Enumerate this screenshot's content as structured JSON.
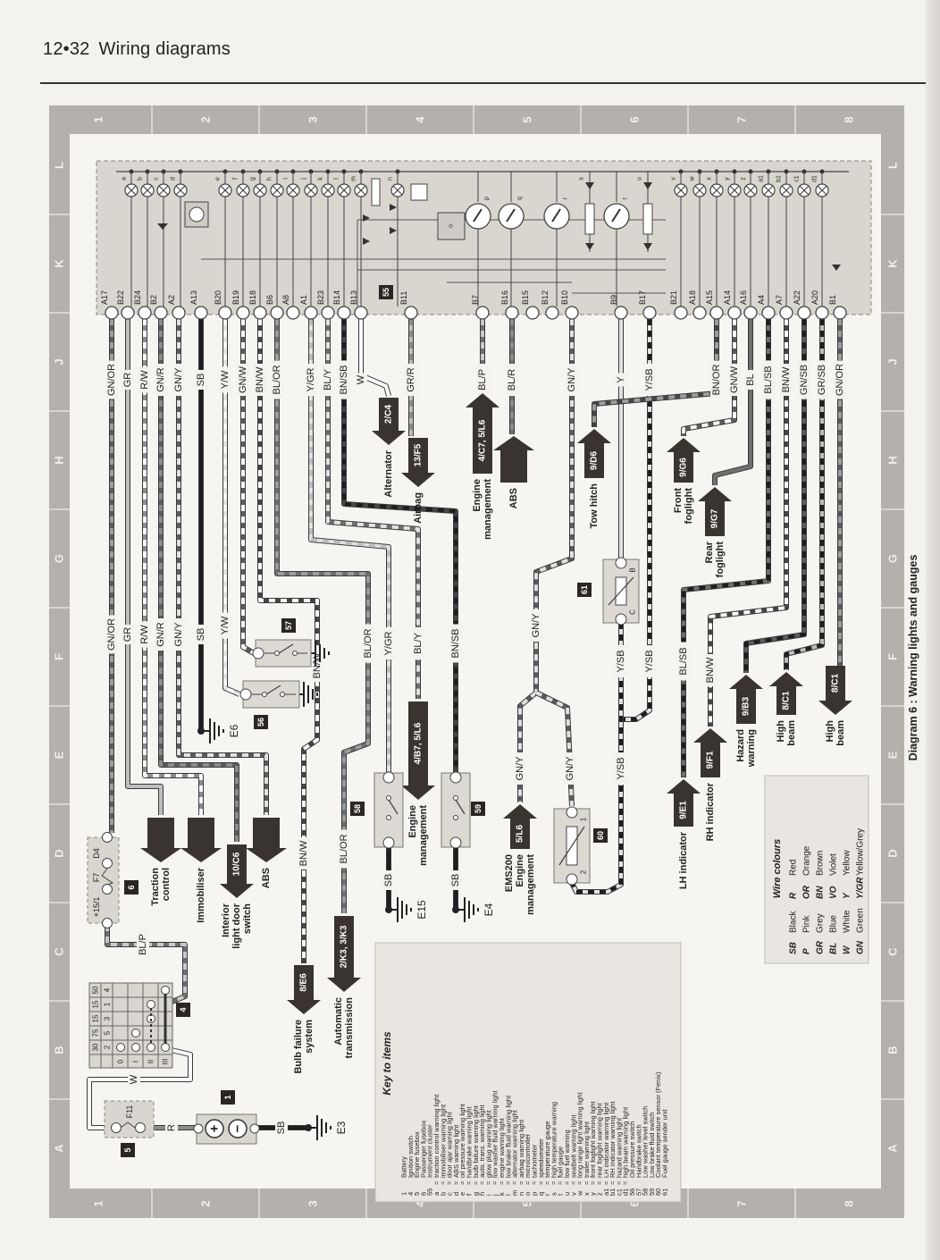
{
  "header": {
    "page": "12•32",
    "title": "Wiring diagrams"
  },
  "caption": "Diagram 6 : Warning lights and gauges",
  "grid": {
    "numbers": [
      "1",
      "2",
      "3",
      "4",
      "5",
      "6",
      "7",
      "8"
    ],
    "letters": [
      "L",
      "K",
      "J",
      "H",
      "G",
      "F",
      "E",
      "D",
      "C",
      "B",
      "A"
    ]
  },
  "cluster": {
    "number": "55",
    "pins": [
      {
        "pin": "A17",
        "wire": "GN/OR"
      },
      {
        "pin": "B22",
        "wire": "GR"
      },
      {
        "pin": "B24",
        "wire": "R/W"
      },
      {
        "pin": "B2",
        "wire": "GN/R"
      },
      {
        "pin": "A2",
        "wire": "GN/Y"
      },
      {
        "pin": "A13",
        "wire": "SB"
      },
      {
        "pin": "B20",
        "wire": "Y/W"
      },
      {
        "pin": "B19",
        "wire": "GN/W"
      },
      {
        "pin": "B18",
        "wire": "BN/W"
      },
      {
        "pin": "B6",
        "wire": "BL/OR"
      },
      {
        "pin": "A8",
        "wire": ""
      },
      {
        "pin": "A1",
        "wire": "Y/GR"
      },
      {
        "pin": "B23",
        "wire": "BL/Y"
      },
      {
        "pin": "B14",
        "wire": "BN/SB"
      },
      {
        "pin": "B13",
        "wire": "W"
      },
      {
        "pin": "B11",
        "wire": "GR/R"
      },
      {
        "pin": "B7",
        "wire": "BL/P"
      },
      {
        "pin": "B16",
        "wire": "BL/R"
      },
      {
        "pin": "B15",
        "wire": ""
      },
      {
        "pin": "B12",
        "wire": ""
      },
      {
        "pin": "B10",
        "wire": "GN/Y"
      },
      {
        "pin": "B9",
        "wire": "Y"
      },
      {
        "pin": "B17",
        "wire": "Y/SB"
      },
      {
        "pin": "B21",
        "wire": ""
      },
      {
        "pin": "A18",
        "wire": ""
      },
      {
        "pin": "A15",
        "wire": "BN/OR"
      },
      {
        "pin": "A14",
        "wire": "GN/W"
      },
      {
        "pin": "A16",
        "wire": "BL"
      },
      {
        "pin": "A4",
        "wire": "BL/SB"
      },
      {
        "pin": "A7",
        "wire": "BN/W"
      },
      {
        "pin": "A22",
        "wire": "GN/SB"
      },
      {
        "pin": "A20",
        "wire": "GR/SB"
      },
      {
        "pin": "B1",
        "wire": "GN/OR"
      }
    ],
    "lamps": [
      "a",
      "b",
      "c",
      "d",
      "e",
      "f",
      "g",
      "h",
      "i",
      "j",
      "k",
      "l",
      "m",
      "n",
      "v",
      "w",
      "x",
      "y",
      "z",
      "a1",
      "b1",
      "c1",
      "d1"
    ],
    "gauges": [
      "p",
      "q",
      "r",
      "t"
    ],
    "leds": [
      "s",
      "u"
    ],
    "controller": "o"
  },
  "extra_wire_labels": [
    "GN/OR",
    "GR",
    "R/W",
    "GN/R",
    "GN/Y",
    "SB",
    "Y/W",
    "BN/W",
    "BL/OR",
    "Y/GR",
    "BL/Y",
    "BN/SB",
    "BN/W",
    "BL/OR",
    "GN/Y",
    "GN/Y",
    "GN/Y",
    "Y/SB",
    "Y/SB",
    "Y/SB",
    "BL/SB",
    "BN/W",
    "BL/P",
    "W",
    "R",
    "SB",
    "SB",
    "SB"
  ],
  "arrows": [
    {
      "ref": "",
      "lines": [
        "Traction",
        "control"
      ]
    },
    {
      "ref": "",
      "lines": [
        "Immobiliser"
      ]
    },
    {
      "ref": "10/C6",
      "lines": [
        "Interior",
        "light door",
        "switch"
      ]
    },
    {
      "ref": "",
      "lines": [
        "ABS"
      ]
    },
    {
      "ref": "8/E6",
      "lines": [
        "Bulb failure",
        "system"
      ]
    },
    {
      "ref": "2/K3, 3/K3",
      "lines": [
        "Automatic",
        "transmission"
      ]
    },
    {
      "ref": "2/C4",
      "lines": [
        "Alternator"
      ]
    },
    {
      "ref": "13/F5",
      "lines": [
        "Airbag"
      ]
    },
    {
      "ref": "4/C7, 5/L6",
      "lines": [
        "Engine",
        "management"
      ]
    },
    {
      "ref": "",
      "lines": [
        "ABS"
      ]
    },
    {
      "ref": "9/D6",
      "lines": [
        "Tow hitch"
      ]
    },
    {
      "ref": "9/G6",
      "lines": [
        "Front",
        "foglight"
      ]
    },
    {
      "ref": "9/G7",
      "lines": [
        "Rear",
        "foglight"
      ]
    },
    {
      "ref": "4/B7, 5/L6",
      "lines": [
        "Engine",
        "management"
      ]
    },
    {
      "ref": "5/L6",
      "lines": [
        "EMS200",
        "Engine",
        "management"
      ]
    },
    {
      "ref": "9/E1",
      "lines": [
        "LH indicator"
      ]
    },
    {
      "ref": "9/F1",
      "lines": [
        "RH indicator"
      ]
    },
    {
      "ref": "9/B3",
      "lines": [
        "Hazard",
        "warning"
      ]
    },
    {
      "ref": "8/C1",
      "lines": [
        "High",
        "beam"
      ]
    },
    {
      "ref": "8/C1",
      "lines": [
        "High",
        "beam"
      ]
    }
  ],
  "components": {
    "numbers": [
      "1",
      "4",
      "5",
      "6",
      "56",
      "57",
      "58",
      "59",
      "60",
      "61"
    ],
    "passenger_fusebox": {
      "terminal_in": "D4",
      "fuse": "F7",
      "terminal_out": "+15/1"
    },
    "engine_fusebox": {
      "fuse": "F11"
    },
    "battery": {
      "plus": "+",
      "minus": "−"
    },
    "ignition_switch": {
      "terminals_top": [
        "30",
        "75",
        "15",
        "15",
        "50"
      ],
      "terminals_bottom": [
        "2",
        "5",
        "3",
        "1",
        "4"
      ],
      "positions": [
        "0",
        "I",
        "II",
        "III"
      ]
    },
    "grounds": [
      "E3",
      "E6",
      "E15",
      "E4"
    ],
    "sensor_60_terminals": [
      "1",
      "2"
    ],
    "sensor_61_terminals": [
      "B",
      "C"
    ]
  },
  "key": {
    "title": "Key to items",
    "separator": "=",
    "items": [
      {
        "code": "1",
        "text": "Battery"
      },
      {
        "code": "4",
        "text": "Ignition switch"
      },
      {
        "code": "5",
        "text": "Engine fusebox"
      },
      {
        "code": "6",
        "text": "Passenger fusebox"
      },
      {
        "code": "55",
        "text": "Instrument cluster"
      },
      {
        "code": "a",
        "text": "traction control warning light"
      },
      {
        "code": "b",
        "text": "immobiliser warning light"
      },
      {
        "code": "c",
        "text": "door ajar warning light"
      },
      {
        "code": "d",
        "text": "ABS warning light"
      },
      {
        "code": "e",
        "text": "oil pressure warning light"
      },
      {
        "code": "f",
        "text": "handbrake warning light"
      },
      {
        "code": "g",
        "text": "bulb failure warning light"
      },
      {
        "code": "h",
        "text": "auto. trans. warning light"
      },
      {
        "code": "i",
        "text": "glow plug warning light"
      },
      {
        "code": "j",
        "text": "low washer fluid warning light"
      },
      {
        "code": "k",
        "text": "engine warning light"
      },
      {
        "code": "l",
        "text": "low brake fluid warning light"
      },
      {
        "code": "m",
        "text": "alternator warning light"
      },
      {
        "code": "n",
        "text": "airbag warning light"
      },
      {
        "code": "o",
        "text": "microcontroller"
      },
      {
        "code": "p",
        "text": "tachometer"
      },
      {
        "code": "q",
        "text": "speedometer"
      },
      {
        "code": "r",
        "text": "temperature gauge"
      },
      {
        "code": "s",
        "text": "high temperature warning"
      },
      {
        "code": "t",
        "text": "fuel gauge"
      },
      {
        "code": "u",
        "text": "low fuel warning"
      },
      {
        "code": "v",
        "text": "seatbelt warning light"
      },
      {
        "code": "w",
        "text": "long range light warning light"
      },
      {
        "code": "x",
        "text": "trailer warning light"
      },
      {
        "code": "y",
        "text": "front foglight warning light"
      },
      {
        "code": "z",
        "text": "rear foglight warning light"
      },
      {
        "code": "a1",
        "text": "LH indicator warning light"
      },
      {
        "code": "b1",
        "text": "RH indicator warning light"
      },
      {
        "code": "c1",
        "text": "hazard warning light"
      },
      {
        "code": "d1",
        "text": "high beam warning light"
      },
      {
        "code": "56",
        "text": "Oil pressure switch"
      },
      {
        "code": "57",
        "text": "Handbrake switch"
      },
      {
        "code": "58",
        "text": "Low washer level switch"
      },
      {
        "code": "59",
        "text": "Low brake fluid switch"
      },
      {
        "code": "60",
        "text": "Coolant temperature sensor (Fenix)"
      },
      {
        "code": "61",
        "text": "Fuel gauge sender unit"
      }
    ]
  },
  "wire_colours": {
    "title": "Wire colours",
    "items": [
      {
        "code": "SB",
        "name": "Black",
        "code2": "R",
        "name2": "Red"
      },
      {
        "code": "P",
        "name": "Pink",
        "code2": "OR",
        "name2": "Orange"
      },
      {
        "code": "GR",
        "name": "Grey",
        "code2": "BN",
        "name2": "Brown"
      },
      {
        "code": "BL",
        "name": "Blue",
        "code2": "VO",
        "name2": "Violet"
      },
      {
        "code": "W",
        "name": "White",
        "code2": "Y",
        "name2": "Yellow"
      },
      {
        "code": "GN",
        "name": "Green",
        "code2": "Y/GR",
        "name2": "Yellow/Grey"
      }
    ]
  },
  "colors": {
    "frame": "#b4b0ab",
    "paper": "#f4f2ee",
    "cluster_fill": "#d9d5cf",
    "arrow": "#3a3431"
  }
}
